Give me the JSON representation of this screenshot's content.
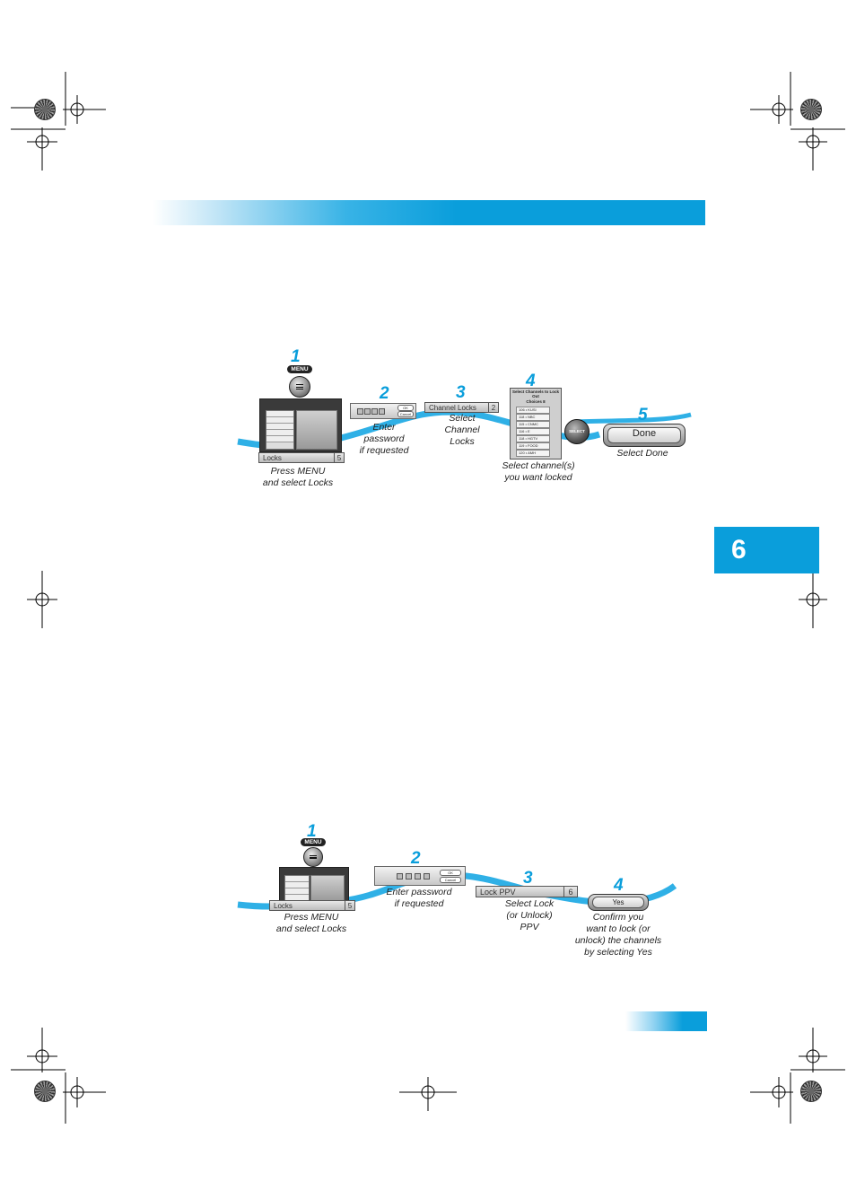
{
  "page": {
    "chapter_number": "6"
  },
  "top_procedure": {
    "steps": [
      {
        "num": "1",
        "button_label": "MENU",
        "screen_bar_label": "Locks",
        "screen_bar_num": "5",
        "caption_lines": [
          "Press MENU",
          "and select Locks"
        ]
      },
      {
        "num": "2",
        "ok_label": "OK",
        "cancel_label": "Cancel",
        "caption_lines": [
          "Enter",
          "password",
          "if requested"
        ]
      },
      {
        "num": "3",
        "bar_label": "Channel Locks",
        "bar_num": "2",
        "caption_lines": [
          "Select",
          "Channel",
          "Locks"
        ]
      },
      {
        "num": "4",
        "list_title": "Select Channels to Lock Out",
        "list_subtitle": "Choices 8",
        "list_rows": [
          "106 • KUSI",
          "118 • NBC",
          "115 • CNMC",
          "116 • E",
          "118 • HGTV",
          "119 • FOOD",
          "120 • AMH"
        ],
        "select_label": "SELECT",
        "caption_lines": [
          "Select channel(s)",
          "you want locked"
        ]
      },
      {
        "num": "5",
        "done_label": "Done",
        "caption_lines": [
          "Select Done"
        ]
      }
    ]
  },
  "bottom_procedure": {
    "steps": [
      {
        "num": "1",
        "button_label": "MENU",
        "screen_bar_label": "Locks",
        "screen_bar_num": "5",
        "caption_lines": [
          "Press MENU",
          "and select Locks"
        ]
      },
      {
        "num": "2",
        "ok_label": "OK",
        "cancel_label": "Cancel",
        "caption_lines": [
          "Enter password",
          "if requested"
        ]
      },
      {
        "num": "3",
        "bar_label": "Lock PPV",
        "bar_num": "6",
        "caption_lines": [
          "Select Lock",
          "(or Unlock)",
          "PPV"
        ]
      },
      {
        "num": "4",
        "yes_label": "Yes",
        "caption_lines": [
          "Confirm you",
          "want to lock (or",
          "unlock) the channels",
          "by selecting Yes"
        ]
      }
    ]
  },
  "colors": {
    "accent": "#0a9edb",
    "wave": "#2fb0e6"
  }
}
